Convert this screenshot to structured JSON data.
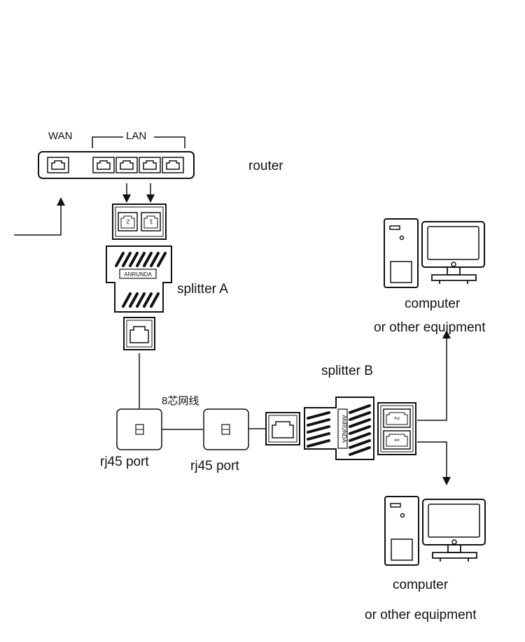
{
  "router": {
    "wan_label": "WAN",
    "lan_label": "LAN",
    "name": "router"
  },
  "splitter_a": {
    "name": "splitter A",
    "brand": "ANRUNDA",
    "port_numbers": [
      "2",
      "1"
    ]
  },
  "splitter_b": {
    "name": "splitter B",
    "brand": "ANRUNDA",
    "port_numbers": [
      "2",
      "1"
    ]
  },
  "cable_label": "8芯网线",
  "rj45_port_1": "rj45 port",
  "rj45_port_2": "rj45 port",
  "computer_top": {
    "line1": "computer",
    "line2": "or other equipment"
  },
  "computer_bottom": {
    "line1": "computer",
    "line2": "or other equipment"
  }
}
